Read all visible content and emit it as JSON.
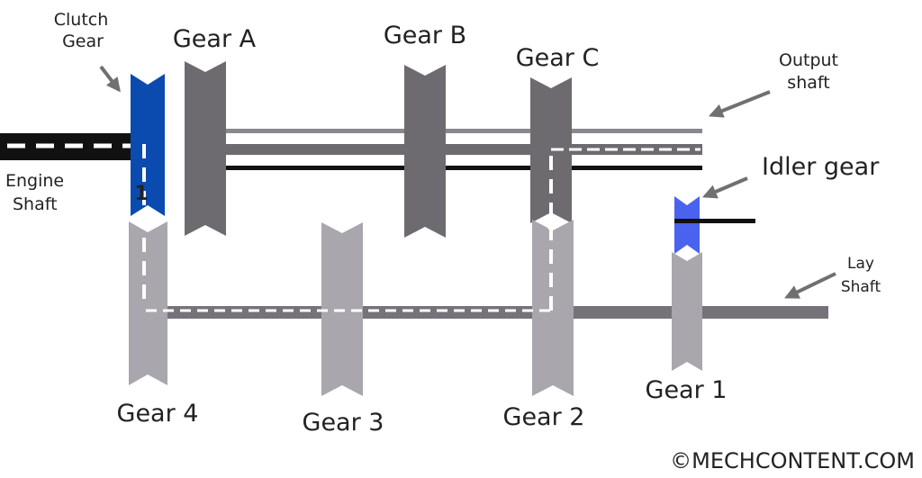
{
  "diagram": {
    "labels": {
      "clutch_gear_line1": "Clutch",
      "clutch_gear_line2": "Gear",
      "gear_a": "Gear A",
      "gear_b": "Gear B",
      "gear_c": "Gear C",
      "output_shaft_line1": "Output",
      "output_shaft_line2": "shaft",
      "engine_shaft_line1": "Engine",
      "engine_shaft_line2": "Shaft",
      "idler_gear": "Idler gear",
      "lay_shaft_line1": "Lay",
      "lay_shaft_line2": "Shaft",
      "gear_1": "Gear 1",
      "gear_2": "Gear 2",
      "gear_3": "Gear 3",
      "gear_4": "Gear 4",
      "clutch_marker": "1",
      "copyright": "©MECHCONTENT.COM"
    },
    "colors": {
      "clutch_gear": "#0b4bb0",
      "idler_gear": "#4a63ee",
      "main_gears": "#6e6b70",
      "lay_gears": "#a9a6ad",
      "output_shaft": "#6e6b70",
      "lay_shaft": "#76727a",
      "engine_shaft": "#111111",
      "arrows": "#707070",
      "power_path": "#ffffff"
    }
  }
}
